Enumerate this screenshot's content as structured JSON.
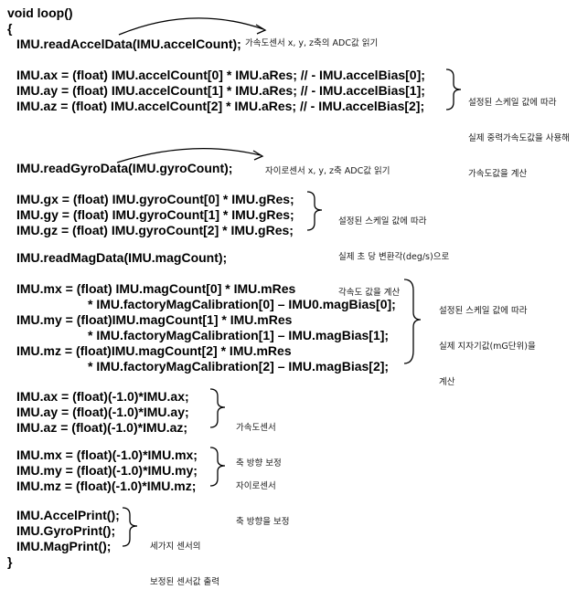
{
  "code": {
    "header": "void loop()",
    "open_brace": "{",
    "accel_read": "IMU.readAccelData(IMU.accelCount);",
    "accel_lines": [
      "IMU.ax = (float) IMU.accelCount[0] * IMU.aRes; // - IMU.accelBias[0];",
      "IMU.ay = (float) IMU.accelCount[1] * IMU.aRes; // - IMU.accelBias[1];",
      "IMU.az = (float) IMU.accelCount[2] * IMU.aRes; // - IMU.accelBias[2];"
    ],
    "gyro_read": "IMU.readGyroData(IMU.gyroCount);",
    "gyro_lines": [
      "IMU.gx = (float) IMU.gyroCount[0] * IMU.gRes;",
      "IMU.gy = (float) IMU.gyroCount[1] * IMU.gRes;",
      "IMU.gz = (float) IMU.gyroCount[2] * IMU.gRes;"
    ],
    "mag_read": "IMU.readMagData(IMU.magCount);",
    "mag_lines": [
      "IMU.mx = (float) IMU.magCount[0] * IMU.mRes",
      "* IMU.factoryMagCalibration[0] – IMU0.magBias[0];",
      "IMU.my = (float)IMU.magCount[1] * IMU.mRes",
      "* IMU.factoryMagCalibration[1] – IMU.magBias[1];",
      "IMU.mz = (float)IMU.magCount[2] * IMU.mRes",
      "* IMU.factoryMagCalibration[2] – IMU.magBias[2];"
    ],
    "accel_flip": [
      "IMU.ax = (float)(-1.0)*IMU.ax;",
      "IMU.ay = (float)(-1.0)*IMU.ay;",
      "IMU.az = (float)(-1.0)*IMU.az;"
    ],
    "mag_flip": [
      "IMU.mx = (float)(-1.0)*IMU.mx;",
      "IMU.my = (float)(-1.0)*IMU.my;",
      "IMU.mz = (float)(-1.0)*IMU.mz;"
    ],
    "prints": [
      "IMU.AccelPrint();",
      "IMU.GyroPrint();",
      "IMU.MagPrint();"
    ],
    "close_brace": "}"
  },
  "notes": {
    "accel_read": "가속도센서 x, y, z축의 ADC값 읽기",
    "accel_calc": [
      "설정된 스케일 값에 따라",
      "실제 중력가속도값을 사용해",
      "가속도값을 계산"
    ],
    "gyro_read": "자이로센서 x, y, z축 ADC값 읽기",
    "gyro_calc": [
      "설정된 스케일 값에 따라",
      "실제 초 당 변환각(deg/s)으로",
      "각속도 값을 계산"
    ],
    "mag_calc": [
      "설정된 스케일 값에 따라",
      "실제 지자기값(mG단위)을",
      "계산"
    ],
    "accel_flip": [
      "가속도센서",
      "축 방향 보정"
    ],
    "mag_flip": [
      "자이로센서",
      "축 방향을 보정"
    ],
    "prints": [
      "세가지 센서의",
      "보정된 센서값 출력"
    ]
  }
}
